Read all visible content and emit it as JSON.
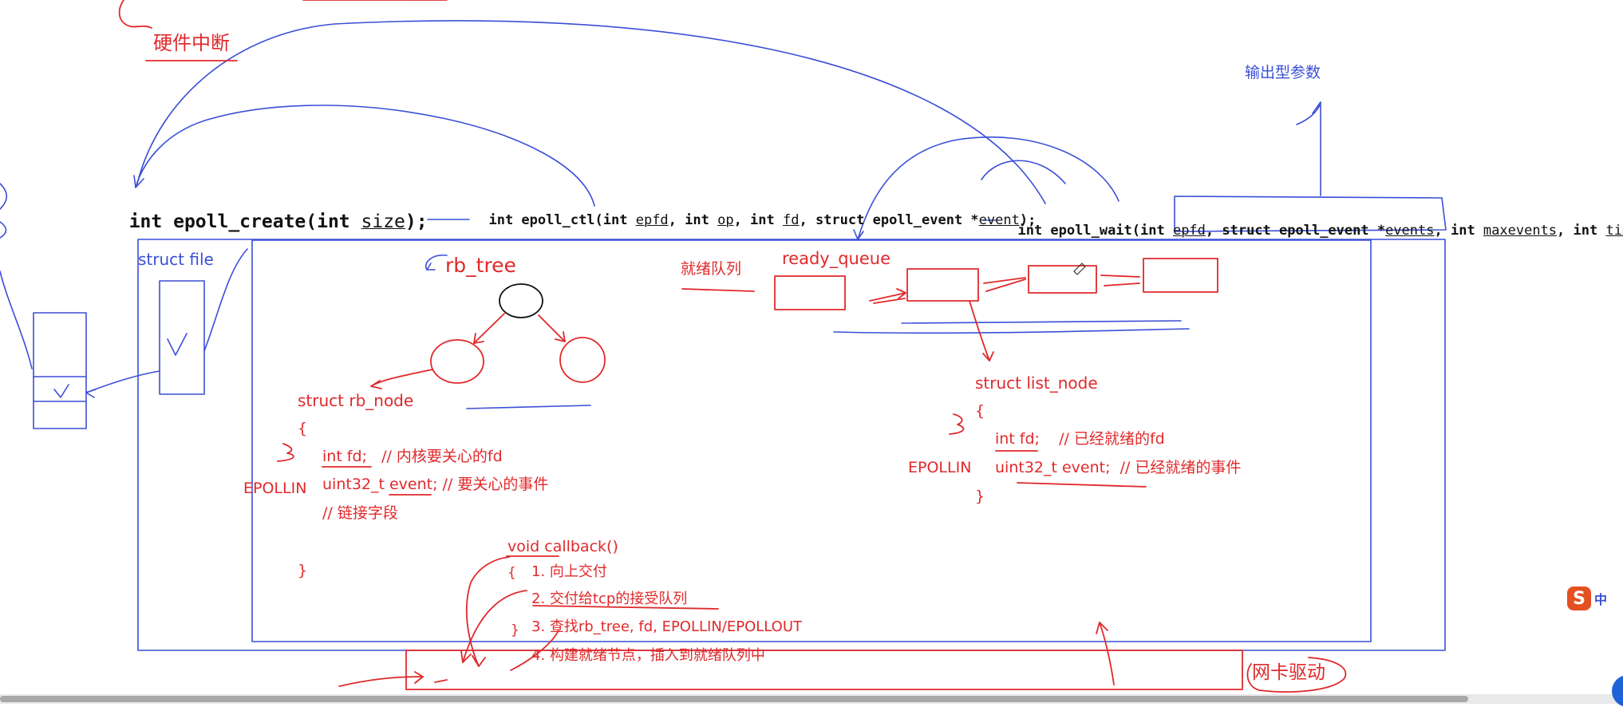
{
  "labels": {
    "hw_interrupt": "硬件中断",
    "output_param": "输出型参数",
    "struct_file": "struct file",
    "rb_tree": "rb_tree",
    "ready_queue_cn": "就绪队列",
    "ready_queue": "ready_queue",
    "nic_driver": "网卡驱动"
  },
  "signatures": {
    "epoll_create": {
      "pre": "int epoll_create(int ",
      "size": "size",
      "post": ");"
    },
    "epoll_ctl": {
      "p1": "int epoll_ctl(int ",
      "epfd": "epfd",
      "p2": ", int ",
      "op": "op",
      "p3": ", int ",
      "fd": "fd",
      "p4": ", struct epoll_event *",
      "event": "event",
      "p5": ");"
    },
    "epoll_wait": {
      "p1": "int epoll_wait(int ",
      "epfd": "epfd",
      "p2": ", struct epoll_event *",
      "events": "events",
      "p3": ", int ",
      "maxevents": "maxevents",
      "p4": ", int ",
      "timeout": "timeout",
      "p5": ");"
    }
  },
  "rb_node_struct": {
    "header": "struct rb_node",
    "open": "{",
    "line1": "int fd;   // 内核要关心的fd",
    "line2": "uint32_t event; // 要关心的事件",
    "line3": "// 链接字段",
    "close": "}",
    "epollin": "EPOLLIN"
  },
  "list_node_struct": {
    "header": "struct list_node",
    "open": "{",
    "line1": "int fd;    // 已经就绪的fd",
    "line2": "uint32_t event;  // 已经就绪的事件",
    "close": "}",
    "epollin": "EPOLLIN"
  },
  "callback": {
    "header": "void callback()",
    "open": "{",
    "step1": "1. 向上交付",
    "step2": "2. 交付给tcp的接受队列",
    "step3": "3. 查找rb_tree, fd, EPOLLIN/EPOLLOUT",
    "step4": "4. 构建就绪节点，插入到就绪队列中",
    "close": "}"
  },
  "ime": {
    "logo": "S",
    "mode": "中"
  },
  "colors": {
    "red": "#e0292b",
    "blue": "#3a4fd6",
    "black": "#111111"
  }
}
